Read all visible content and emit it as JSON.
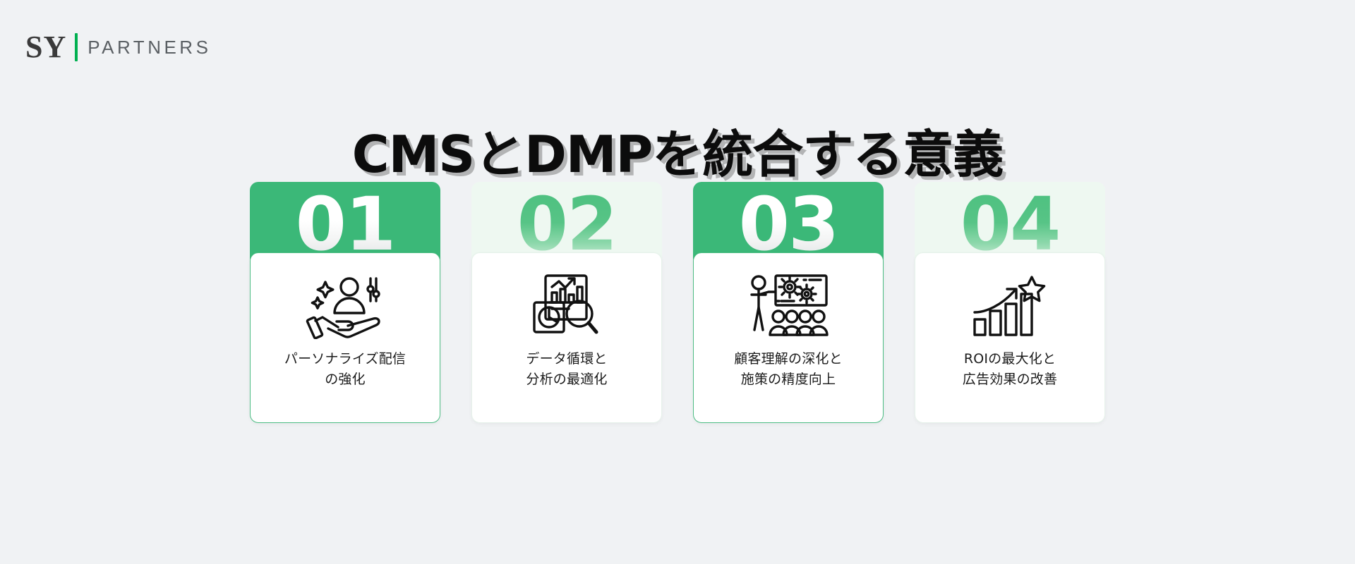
{
  "brand": {
    "mark": "SY",
    "name": "PARTNERS",
    "accent_color": "#00b050"
  },
  "title": "CMSとDMPを統合する意義",
  "theme": {
    "background": "#f0f2f4",
    "green": "#3bb878",
    "green_pale": "#eef8f1",
    "border_green": "#4cbd83",
    "border_pale": "#e6f2ea",
    "text": "#1b1b1b"
  },
  "cards": [
    {
      "number": "01",
      "icon": "personalized-user-hand-icon",
      "line1": "パーソナライズ配信",
      "line2": "の強化",
      "highlighted": true
    },
    {
      "number": "02",
      "icon": "data-report-magnifier-icon",
      "line1": "データ循環と",
      "line2": "分析の最適化",
      "highlighted": false
    },
    {
      "number": "03",
      "icon": "presenter-audience-gears-icon",
      "line1": "顧客理解の深化と",
      "line2": "施策の精度向上",
      "highlighted": true
    },
    {
      "number": "04",
      "icon": "growth-bar-chart-star-icon",
      "line1": "ROIの最大化と",
      "line2": "広告効果の改善",
      "highlighted": false
    }
  ]
}
